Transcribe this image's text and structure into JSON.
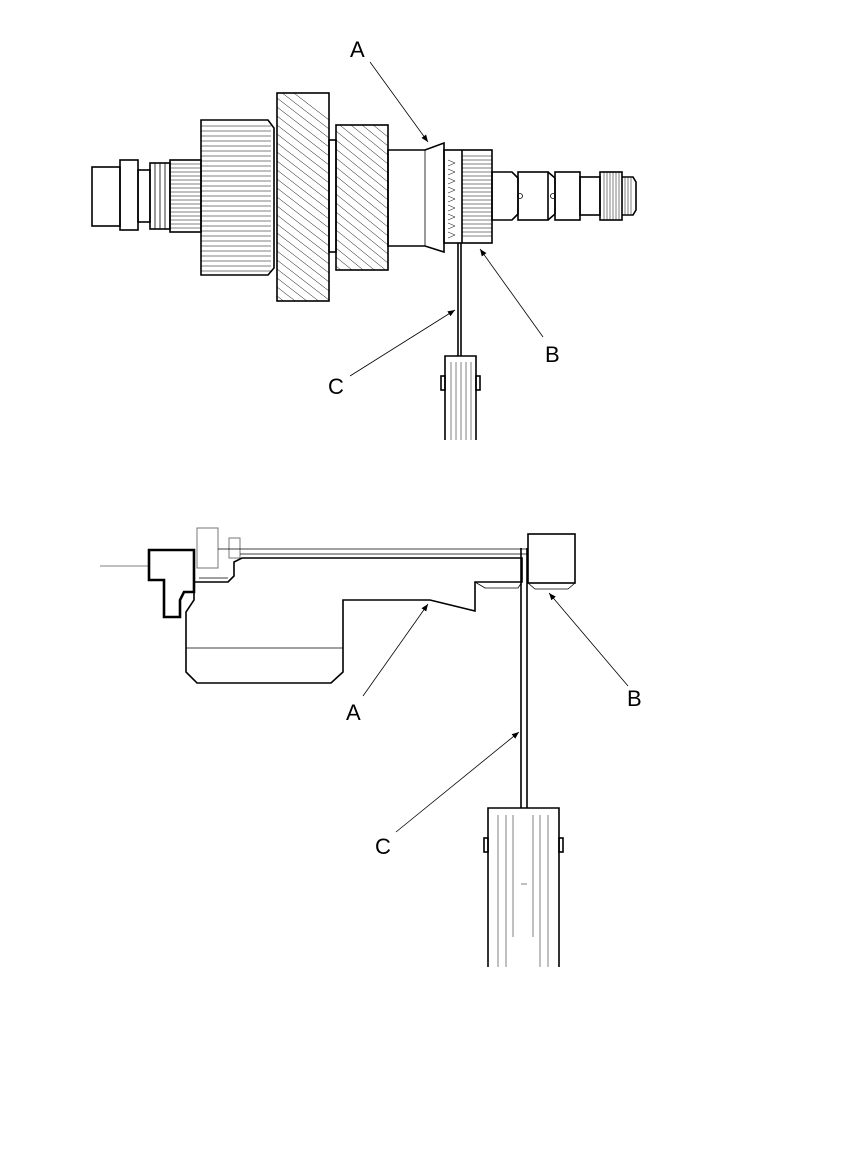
{
  "top_view": {
    "callouts": {
      "a": "A",
      "b": "B",
      "c": "C"
    }
  },
  "side_view": {
    "callouts": {
      "a": "A",
      "b": "B",
      "c": "C"
    }
  }
}
